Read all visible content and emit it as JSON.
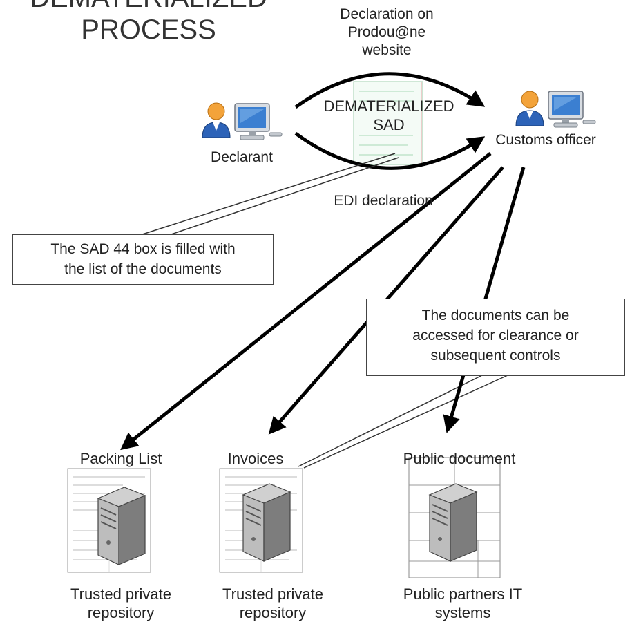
{
  "title": {
    "line1": "DEMATERIALIZED",
    "line2": "PROCESS"
  },
  "top_label": {
    "line1": "Declaration on",
    "line2": "Prodou@ne",
    "line3": "website"
  },
  "center": {
    "line1": "DEMATERIALIZED",
    "line2": "SAD"
  },
  "edi_label": "EDI declaration",
  "declarant": {
    "label": "Declarant"
  },
  "customs": {
    "label": "Customs officer"
  },
  "callouts": {
    "sad44": {
      "line1": "The SAD 44 box is filled with",
      "line2": "the list of the documents"
    },
    "access": {
      "line1": "The documents can be",
      "line2": "accessed for clearance or",
      "line3": "subsequent controls"
    }
  },
  "repositories": [
    {
      "title": "Packing List",
      "caption_line1": "Trusted private",
      "caption_line2": "repository"
    },
    {
      "title": "Invoices",
      "caption_line1": "Trusted private",
      "caption_line2": "repository"
    },
    {
      "title": "Public document",
      "caption_line1": "Public partners IT",
      "caption_line2": "systems"
    }
  ],
  "colors": {
    "arrow": "#000000",
    "person_head": "#f3a33a",
    "person_body": "#2d63b8",
    "monitor_screen": "#3b7fd1",
    "server_body": "#8a8a8a"
  }
}
